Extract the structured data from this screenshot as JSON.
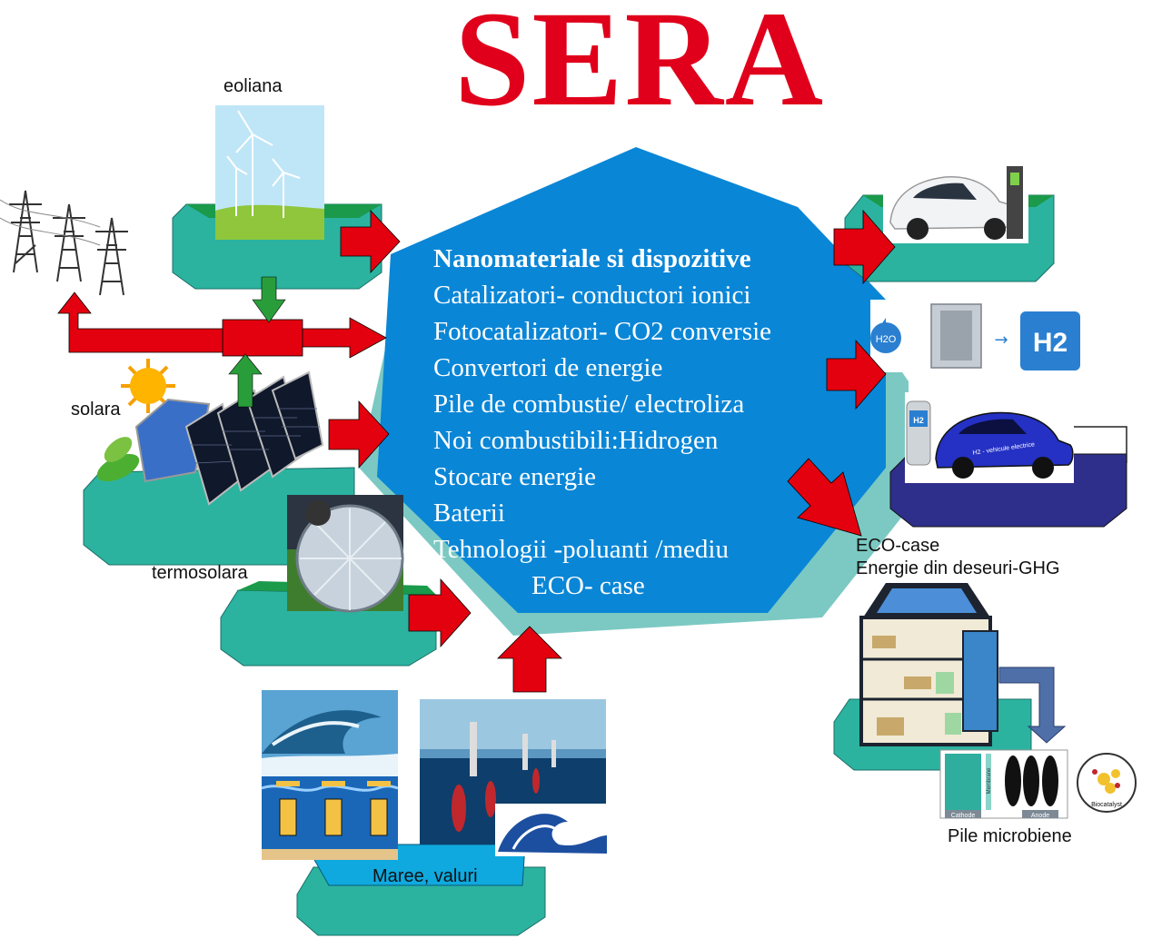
{
  "title": "SERA",
  "center": {
    "heading": "Nanomateriale si dispozitive",
    "items": [
      "Catalizatori- conductori ionici",
      "Fotocatalizatori- CO2 conversie",
      "Convertori de energie",
      "Pile de combustie/ electroliza",
      "Noi combustibili:Hidrogen",
      "Stocare energie",
      "Baterii",
      "Tehnologii -poluanti /mediu"
    ],
    "last": "ECO- case"
  },
  "labels": {
    "eoliana": "eoliana",
    "solara": "solara",
    "termosolara": "termosolara",
    "maree": "Maree, valuri",
    "eco_case": "ECO-case",
    "energie_deseuri": "Energie din deseuri-GHG",
    "pile_microbiene": "Pile microbiene"
  },
  "image_text": {
    "h2": "H2",
    "h2o": "H2O",
    "h2_pump": "H2",
    "vehicle": "H2 - vehicule electrice",
    "cathode": "Cathode",
    "anode": "Anode",
    "membrane": "Membrane",
    "biocatalyst": "Biocatalyst"
  },
  "colors": {
    "title": "#e0001b",
    "octagon": "#0a86d6",
    "octagon_shadow": "#7cc9c3",
    "platform_teal": "#2bb3a0",
    "platform_green": "#1a9a4a",
    "arrow_red": "#e3000f",
    "arrow_green": "#2a9d3b",
    "platform_navy": "#2e2f8a"
  }
}
